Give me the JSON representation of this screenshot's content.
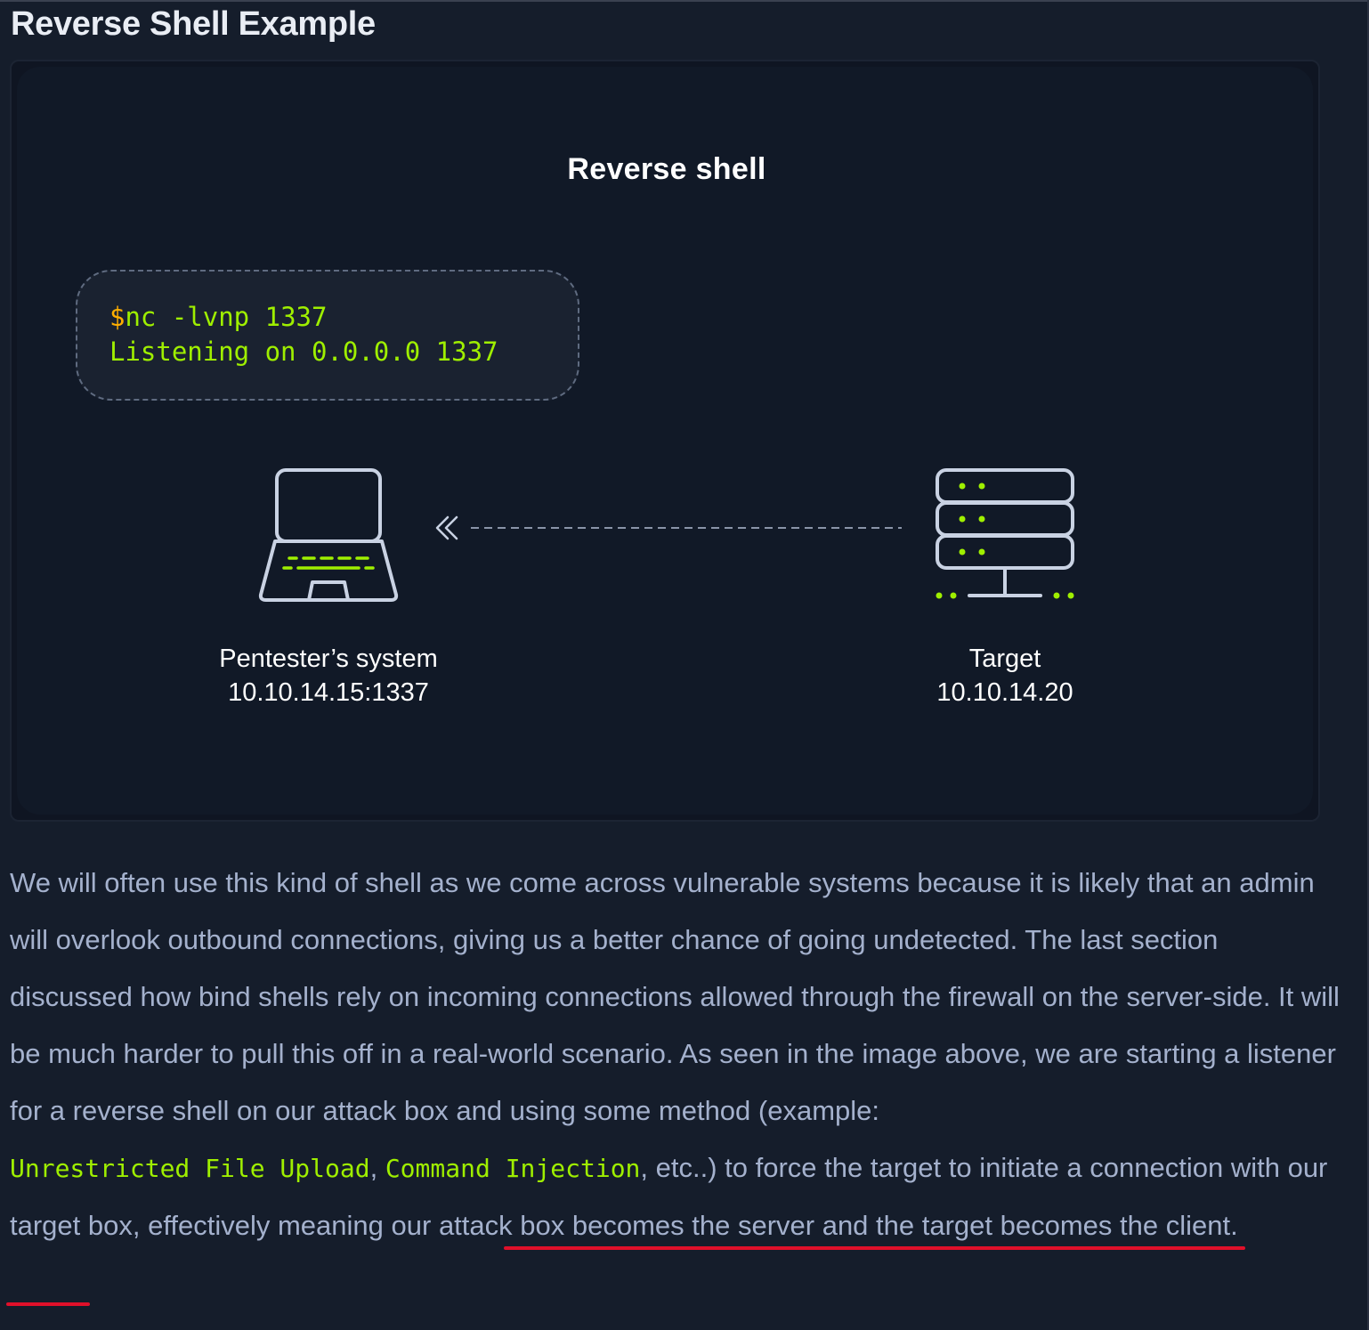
{
  "section": {
    "title": "Reverse Shell Example"
  },
  "diagram": {
    "title": "Reverse shell",
    "terminal": {
      "prompt": "$",
      "command": "nc -lvnp 1337",
      "output": "Listening on 0.0.0.0 1337"
    },
    "pentester": {
      "name": "Pentester’s system",
      "address": "10.10.14.15:1337",
      "icon": "laptop-icon"
    },
    "target": {
      "name": "Target",
      "address": "10.10.14.20",
      "icon": "server-icon"
    },
    "connection_icon": "double-chevron-left-icon"
  },
  "paragraph": {
    "part1": "We will often use this kind of shell as we come across vulnerable systems because it is likely that an admin will overlook outbound connections, giving us a better chance of going undetected. The last section discussed how bind shells rely on incoming connections allowed through the firewall on the server-side. It will be much harder to pull this off in a real-world scenario. As seen in the image above, we are starting a listener for a reverse shell on our attack box and using some method (example:",
    "code1": "Unrestricted File Upload",
    "sep": ",",
    "code2": "Command Injection",
    "part2": ", etc..) to force the target to initiate a connection with our target box, effectively meaning our ",
    "highlight": "attack box becomes the server and the target becomes the client."
  },
  "colors": {
    "background": "#151d2b",
    "accent_green": "#9fef00",
    "accent_orange": "#ffaf00",
    "underline_red": "#e0102a",
    "body_text": "#a4b1cd"
  }
}
